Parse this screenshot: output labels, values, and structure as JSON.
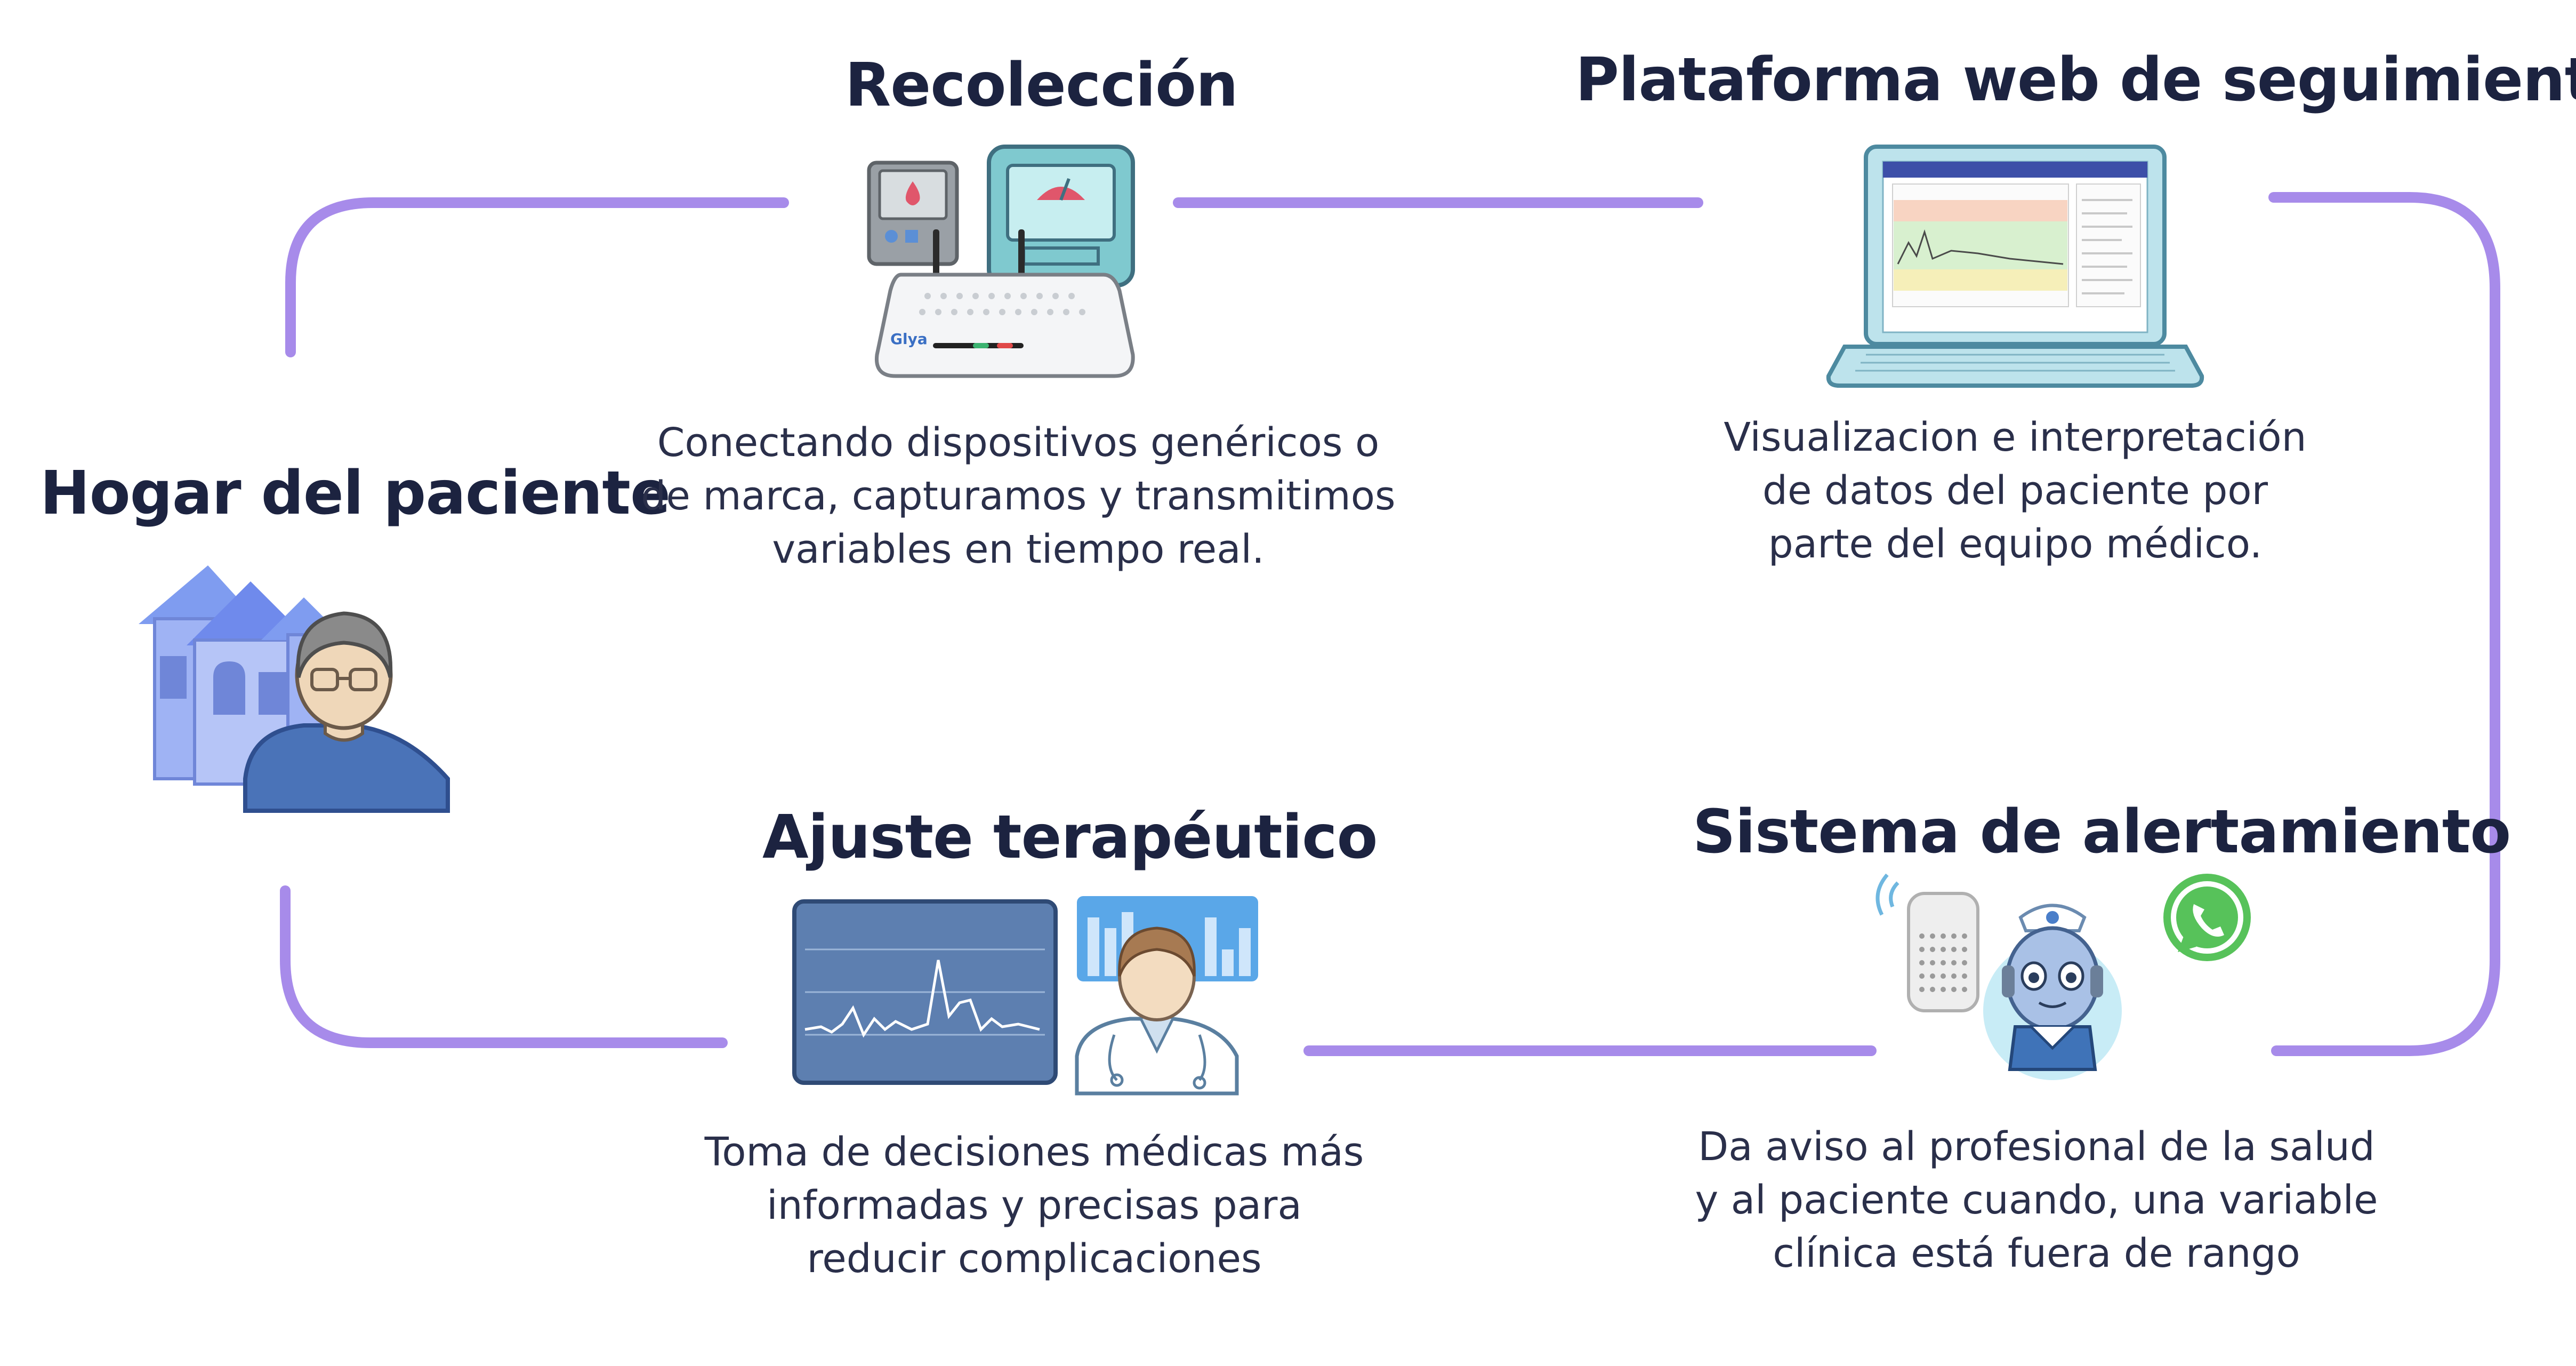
{
  "nodes": {
    "home": {
      "title": "Hogar del paciente"
    },
    "collection": {
      "title": "Recolección",
      "device_brand": "Glya",
      "description": [
        "Conectando dispositivos genéricos o",
        "de marca, capturamos y transmitimos",
        "variables en tiempo real."
      ]
    },
    "platform": {
      "title": "Plataforma web de seguimiento",
      "description": [
        "Visualizacion e interpretación",
        "de datos del paciente por",
        "parte del equipo médico."
      ]
    },
    "alerts": {
      "title": "Sistema de alertamiento",
      "description": [
        "Da aviso al profesional de la salud",
        "y al paciente cuando, una variable",
        "clínica está fuera de rango"
      ]
    },
    "adjustment": {
      "title": "Ajuste terapéutico",
      "description": [
        "Toma de decisiones médicas más",
        "informadas y precisas para",
        "reducir complicaciones"
      ]
    }
  },
  "colors": {
    "flow_line": "#a78bea",
    "title_text": "#1c2340",
    "body_text": "#2a2f4a"
  }
}
